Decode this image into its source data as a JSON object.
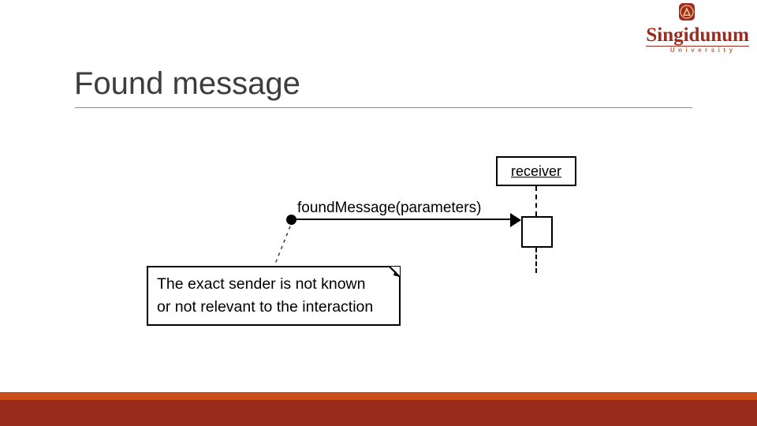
{
  "slide": {
    "title": "Found message"
  },
  "logo": {
    "name": "Singidunum",
    "subtitle": "University",
    "emblem_icon": "singidunum-crest-icon",
    "colors": {
      "name_red": "#9e2a1d",
      "subtitle_orange": "#c2653e"
    }
  },
  "diagram": {
    "lifeline_head_label": "receiver",
    "message_label": "foundMessage(parameters)",
    "note_line1": "The exact sender is not known",
    "note_line2": "or not relevant to the interaction"
  },
  "footer": {
    "stripe_color": "#cc4e1a",
    "band_color": "#9a2c1e"
  }
}
